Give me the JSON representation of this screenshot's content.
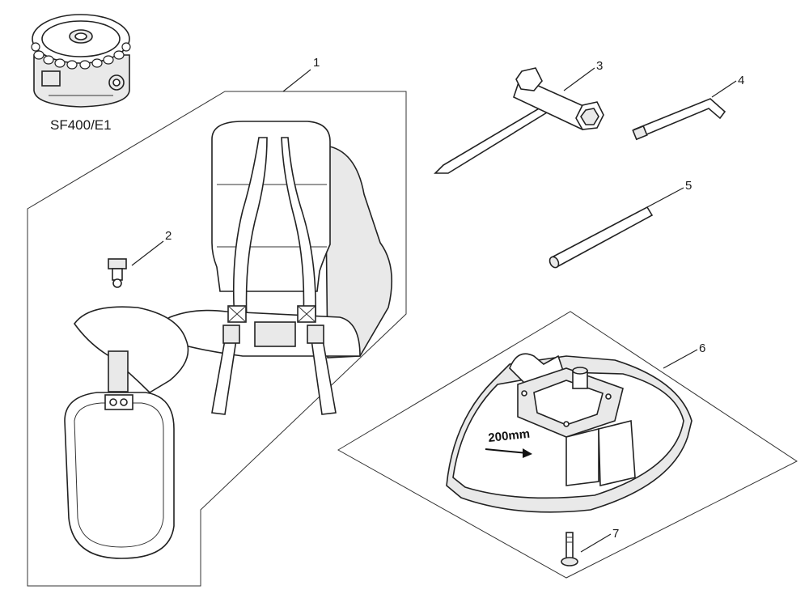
{
  "labels": {
    "p1": "1",
    "p2": "2",
    "p3": "3",
    "p4": "4",
    "p5": "5",
    "p6": "6",
    "p7": "7"
  },
  "spool_caption": "SF400/E1",
  "guard_text": "200mm"
}
